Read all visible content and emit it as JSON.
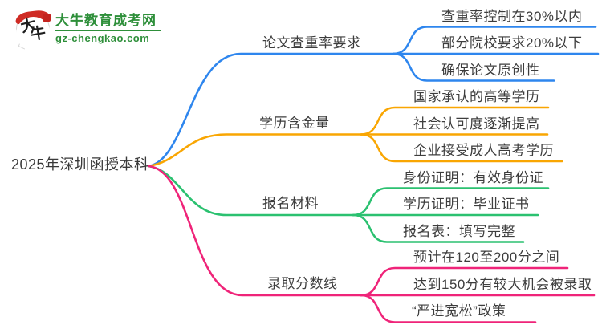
{
  "logo": {
    "title": "大牛教育成考网",
    "subtitle": "gz-chengkao.com",
    "icon_char_1": "大",
    "icon_char_2": "牛",
    "colors": {
      "green": "#2e8f3a",
      "red": "#cf2b24"
    }
  },
  "center": {
    "label": "2025年深圳函授本科"
  },
  "colors": {
    "blue": "#2e86ee",
    "orange": "#f9a602",
    "green": "#2bc170",
    "pink": "#ef2479",
    "text": "#3d3d3d"
  },
  "branches": [
    {
      "label": "论文查重率要求",
      "color": "#2e86ee",
      "children": [
        "查重率控制在30%以内",
        "部分院校要求20%以下",
        "确保论文原创性"
      ]
    },
    {
      "label": "学历含金量",
      "color": "#f9a602",
      "children": [
        "国家承认的高等学历",
        "社会认可度逐渐提高",
        "企业接受成人高考学历"
      ]
    },
    {
      "label": "报名材料",
      "color": "#2bc170",
      "children": [
        "身份证明：有效身份证",
        "学历证明：毕业证书",
        "报名表：填写完整"
      ]
    },
    {
      "label": "录取分数线",
      "color": "#ef2479",
      "children": [
        "预计在120至200分之间",
        "达到150分有较大机会被录取",
        "“严进宽松”政策"
      ]
    }
  ]
}
